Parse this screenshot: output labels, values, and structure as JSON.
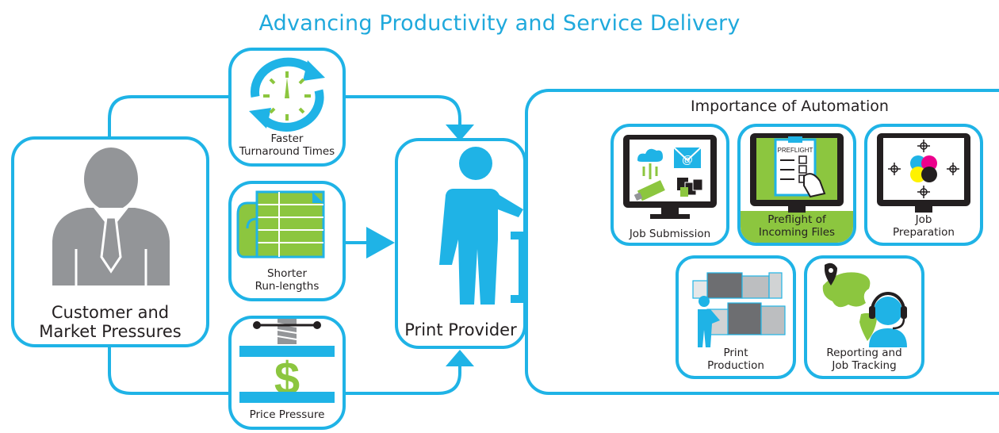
{
  "title": "Advancing Productivity and Service Delivery",
  "colors": {
    "accent_blue": "#1fb3e6",
    "title_blue": "#1fa9dc",
    "green": "#8cc63f",
    "gray": "#939598"
  },
  "customer": {
    "line1": "Customer and",
    "line2": "Market Pressures"
  },
  "pressures": [
    {
      "line1": "Faster",
      "line2": "Turnaround Times",
      "icon": "clock-cycle-icon"
    },
    {
      "line1": "Shorter",
      "line2": "Run-lengths",
      "icon": "documents-icon"
    },
    {
      "line1": "Price Pressure",
      "line2": "",
      "icon": "dollar-press-icon"
    }
  ],
  "provider": {
    "label": "Print Provider"
  },
  "automation": {
    "title": "Importance of Automation",
    "preflight_text": "PREFLIGHT",
    "email_symbol": "@",
    "items": [
      {
        "line1": "Job Submission",
        "line2": ""
      },
      {
        "line1": "Preflight of",
        "line2": "Incoming Files"
      },
      {
        "line1": "Job",
        "line2": "Preparation"
      },
      {
        "line1": "Print",
        "line2": "Production"
      },
      {
        "line1": "Reporting and",
        "line2": "Job Tracking"
      }
    ]
  }
}
